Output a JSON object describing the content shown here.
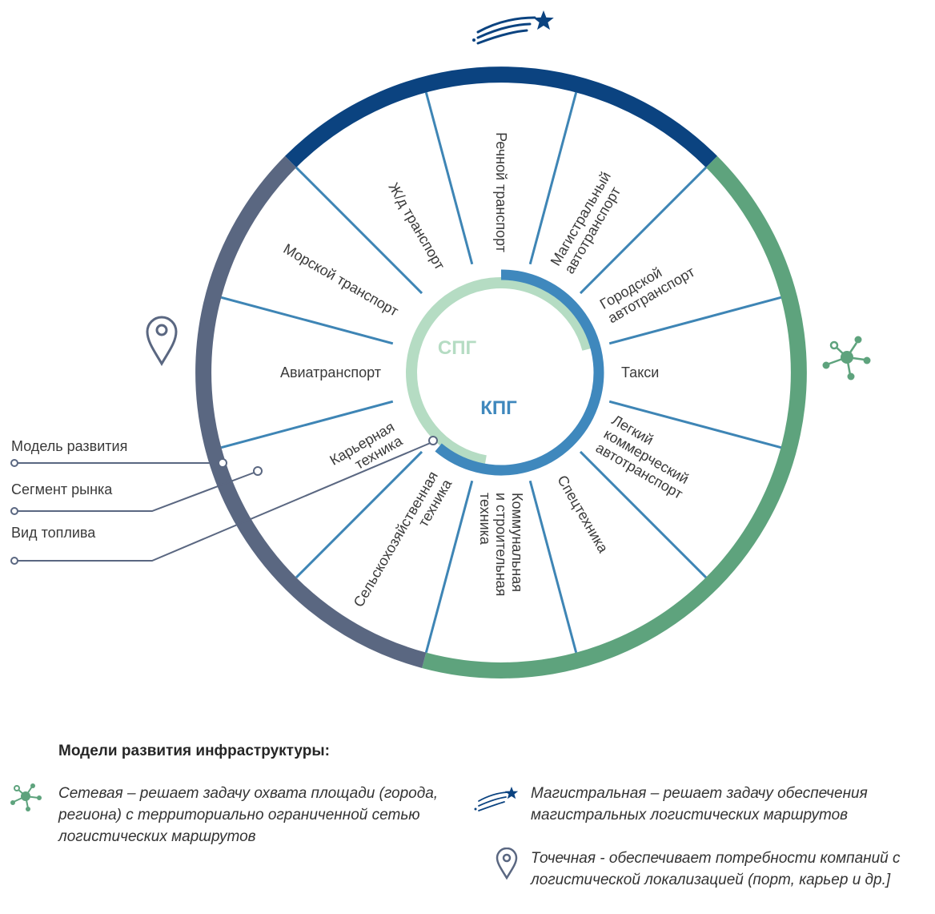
{
  "colors": {
    "dark_blue": "#0b4380",
    "slate": "#5a6781",
    "green": "#5ea37d",
    "spoke_blue": "#3e85b5",
    "light_green": "#b5dcc3",
    "kpg_blue": "#3f88bd"
  },
  "segments": [
    {
      "id": "river",
      "lines": [
        "Речной транспорт"
      ]
    },
    {
      "id": "trunk",
      "lines": [
        "Магистральный",
        "автотранспорт"
      ]
    },
    {
      "id": "city",
      "lines": [
        "Городской",
        "автотранспорт"
      ]
    },
    {
      "id": "taxi",
      "lines": [
        "Такси"
      ]
    },
    {
      "id": "lcv",
      "lines": [
        "Легкий",
        "коммерческий",
        "автотранспорт"
      ]
    },
    {
      "id": "special",
      "lines": [
        "Спецтехника"
      ]
    },
    {
      "id": "municipal",
      "lines": [
        "Коммунальная",
        "и строительная",
        "техника"
      ]
    },
    {
      "id": "agri",
      "lines": [
        "Сельскохозяйственная",
        "техника"
      ]
    },
    {
      "id": "quarry",
      "lines": [
        "Карьерная",
        "техника"
      ]
    },
    {
      "id": "aviation",
      "lines": [
        "Авиатранспорт"
      ]
    },
    {
      "id": "sea",
      "lines": [
        "Морской транспорт"
      ]
    },
    {
      "id": "rail",
      "lines": [
        "Ж/д транспорт"
      ]
    }
  ],
  "fuels": {
    "lng": "СПГ",
    "cng": "КПГ"
  },
  "legend_keys": {
    "model": "Модель развития",
    "segment": "Сегмент рынка",
    "fuel": "Вид топлива"
  },
  "icons": {
    "trunk": "shooting-star-icon",
    "network": "network-nodes-icon",
    "point": "map-pin-icon"
  },
  "legend": {
    "title": "Модели развития инфраструктуры:",
    "items": [
      {
        "icon": "network-nodes-icon",
        "text": "Сетевая – решает задачу охвата площади (города, региона) с территориально ограниченной сетью логистических маршрутов"
      },
      {
        "icon": "shooting-star-icon",
        "text": "Магистральная – решает задачу обеспечения магистральных логистических маршрутов"
      },
      {
        "icon": "map-pin-icon",
        "text": "Точечная - обеспечивает потребности компаний с логистической локализацией (порт, карьер и др.]"
      }
    ]
  }
}
